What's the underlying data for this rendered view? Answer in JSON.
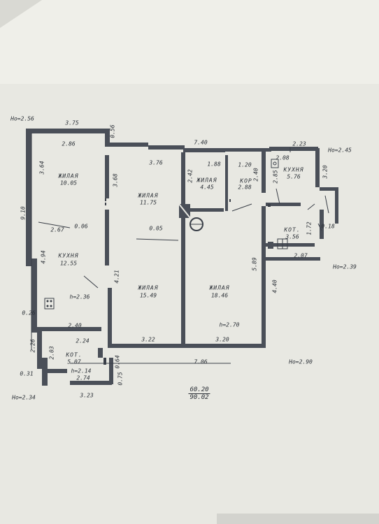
{
  "plan": {
    "rooms": [
      {
        "id": "r1",
        "name": "ЖИЛАЯ",
        "area": "10.05"
      },
      {
        "id": "r2",
        "name": "ЖИЛАЯ",
        "area": "11.75"
      },
      {
        "id": "r3",
        "name": "ЖИЛАЯ",
        "area": "4.45"
      },
      {
        "id": "r4",
        "name": "КОР",
        "area": "2.88"
      },
      {
        "id": "r5",
        "name": "КУХНЯ",
        "area": "5.76"
      },
      {
        "id": "r6",
        "name": "КУХНЯ",
        "area": "12.55"
      },
      {
        "id": "r7",
        "name": "ЖИЛАЯ",
        "area": "15.49"
      },
      {
        "id": "r8",
        "name": "ЖИЛАЯ",
        "area": "18.46"
      },
      {
        "id": "r9",
        "name": "КОТ.",
        "area": "3.56"
      },
      {
        "id": "r10",
        "name": "КОТ.",
        "area": "5.07"
      }
    ],
    "heights": {
      "h1": "h=2.36",
      "h2": "h=2.70",
      "h3": "h=2.14"
    },
    "marks": {
      "m1": "Ho=2.56",
      "m2": "Ho=2.45",
      "m3": "Ho=2.39",
      "m4": "Ho=2.90",
      "m5": "Ho=2.34"
    },
    "dims": {
      "d375": "3.75",
      "d056": "0.56",
      "d286": "2.86",
      "d740": "7.40",
      "d223": "2.23",
      "d364": "3.64",
      "d376": "3.76",
      "d188": "1.88",
      "d120": "1.20",
      "d368": "3.68",
      "d242": "2.42",
      "d240": "2.40",
      "d208": "2.08",
      "d285": "2.85",
      "d320v": "3.20",
      "d910": "9.10",
      "d267": "2.67",
      "d006": "0.06",
      "d005": "0.05",
      "d018": "0.18",
      "d172": "1.72",
      "d494": "4.94",
      "d589": "5.89",
      "d207": "2.07",
      "d421": "4.21",
      "d440": "4.40",
      "d026": "0.26",
      "d240b": "2.40",
      "d224": "2.24",
      "d322": "3.22",
      "d320": "3.20",
      "d226": "2.26",
      "d203": "2.03",
      "d031": "0.31",
      "d064": "0.64",
      "d075": "0.75",
      "d274": "2.74",
      "d323": "3.23",
      "d706": "7.06"
    },
    "totals": {
      "area_living": "60.20",
      "area_total": "90.02"
    }
  }
}
